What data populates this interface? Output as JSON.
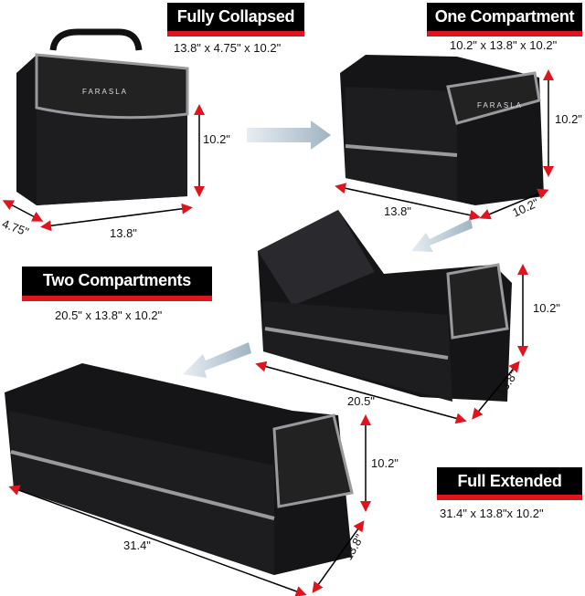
{
  "brand": "FARASLA",
  "colors": {
    "accent_red": "#e0141c",
    "label_bg": "#000000",
    "bag": "#1a1a1c",
    "trim": "#9a9a9e"
  },
  "stages": [
    {
      "title": "Fully Collapsed",
      "dimensions": "13.8\" x 4.75\" x 10.2\"",
      "measures": {
        "height": "10.2\"",
        "depth": "4.75\"",
        "width": "13.8\""
      }
    },
    {
      "title": "One Compartment",
      "dimensions": "10.2\" x 13.8\" x 10.2\"",
      "measures": {
        "height": "10.2\"",
        "width": "13.8\"",
        "depth": "10.2\""
      }
    },
    {
      "title": "Two Compartments",
      "dimensions": "20.5\" x 13.8\" x 10.2\"",
      "measures": {
        "height": "10.2\"",
        "width": "20.5\"",
        "depth": "13.8\""
      }
    },
    {
      "title": "Full Extended",
      "dimensions": "31.4\" x 13.8\"x 10.2\"",
      "measures": {
        "height": "10.2\"",
        "width": "31.4\"",
        "depth": "13.8\""
      }
    }
  ]
}
